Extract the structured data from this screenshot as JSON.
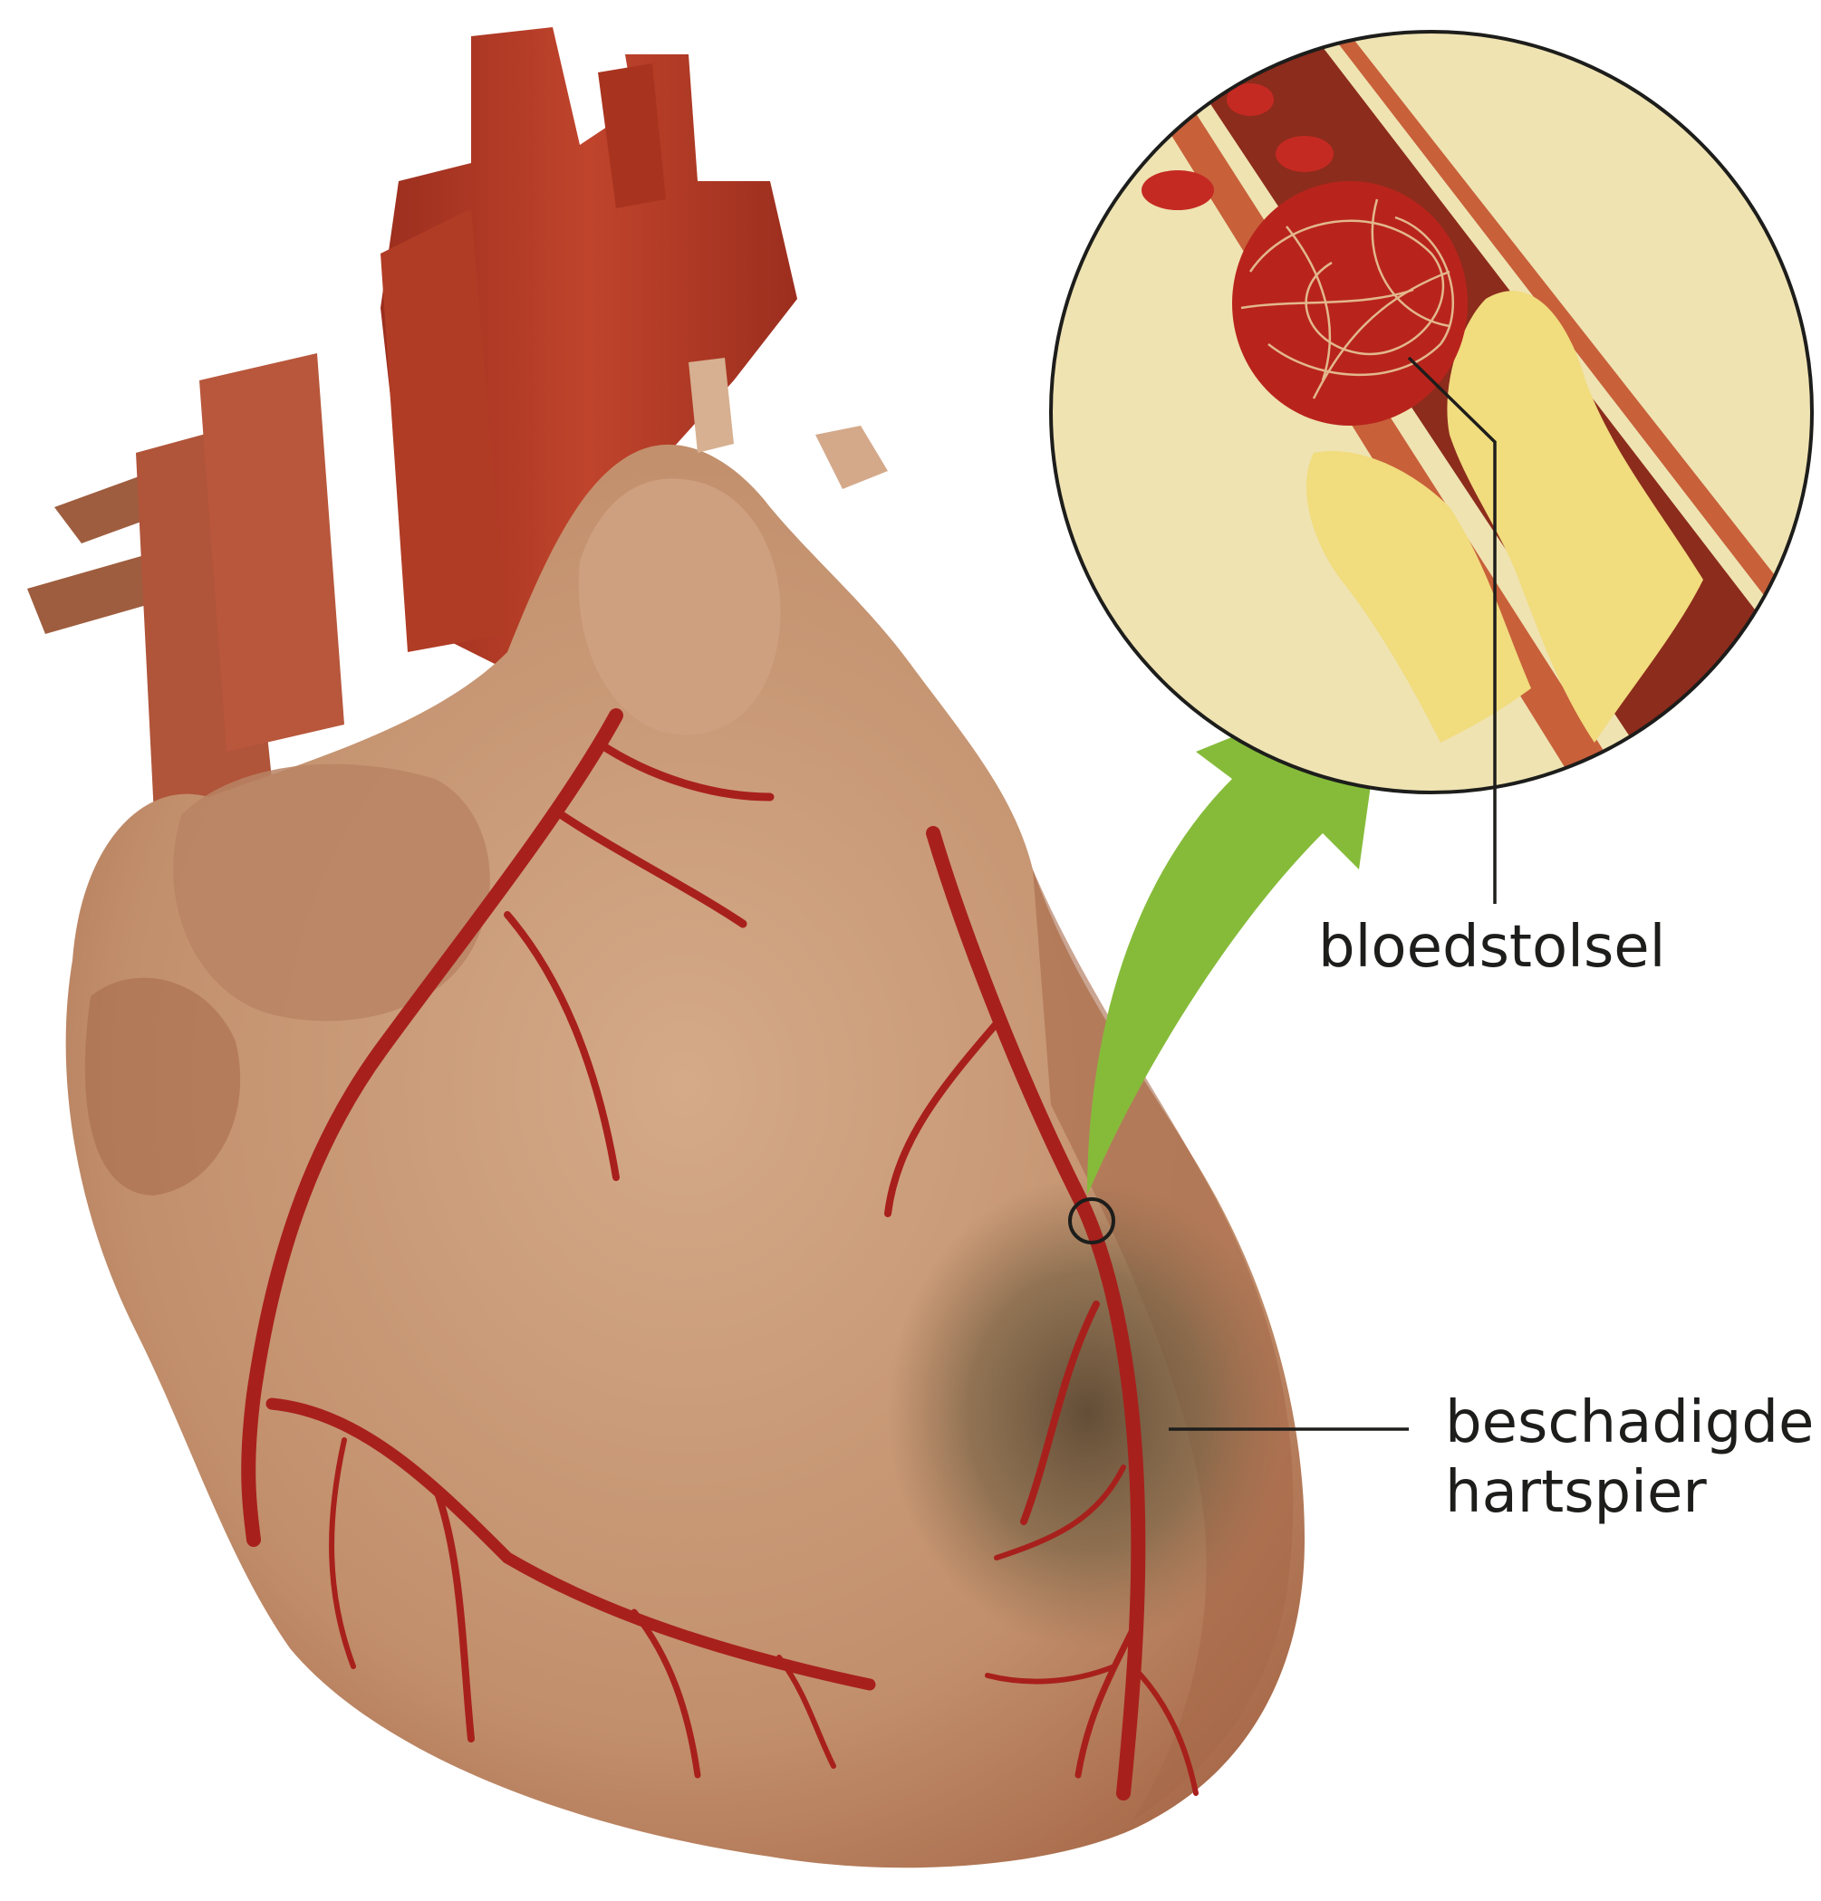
{
  "labels": {
    "blood_clot": "bloedstolsel",
    "damaged_muscle_line1": "beschadigde",
    "damaged_muscle_line2": "hartspier"
  },
  "colors": {
    "background": "#ffffff",
    "heart_tissue": "#c89a7a",
    "heart_shadow": "#9a5a3c",
    "aorta": "#b53a26",
    "coronary_artery": "#a8201c",
    "damaged_area": "#6e5a40",
    "inset_background": "#efe3b2",
    "vessel_wall": "#c8603a",
    "plaque": "#f1dc7e",
    "arrow": "#86bb3a",
    "leader_line": "#1d1d1b"
  }
}
